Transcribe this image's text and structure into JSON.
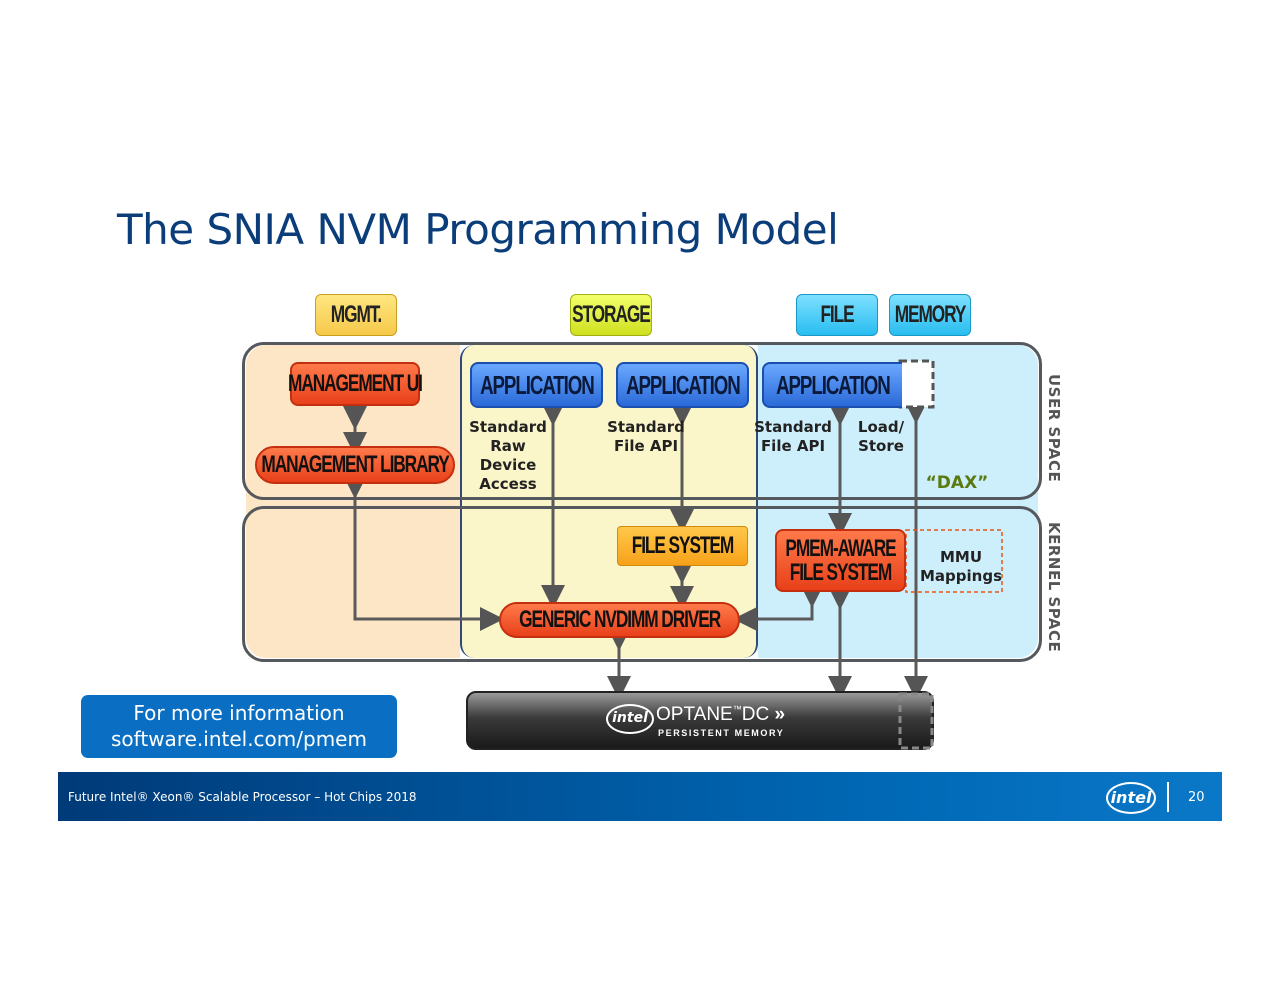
{
  "title": "The SNIA NVM Programming Model",
  "categories": {
    "mgmt": "MGMT.",
    "storage": "STORAGE",
    "file": "FILE",
    "memory": "MEMORY"
  },
  "boxes": {
    "management_ui": "MANAGEMENT UI",
    "management_library": "MANAGEMENT LIBRARY",
    "application_storage": "APPLICATION",
    "application_file": "APPLICATION",
    "application_memory": "APPLICATION",
    "file_system": "FILE SYSTEM",
    "pmem_aware_line1": "PMEM-AWARE",
    "pmem_aware_line2": "FILE SYSTEM",
    "nvdimm_driver": "GENERIC NVDIMM DRIVER"
  },
  "labels": {
    "raw_device_1": "Standard",
    "raw_device_2": "Raw Device",
    "raw_device_3": "Access",
    "file_api_1": "Standard",
    "file_api_2": "File API",
    "file_api2_1": "Standard",
    "file_api2_2": "File API",
    "load_store_1": "Load/",
    "load_store_2": "Store",
    "dax": "“DAX”",
    "mmu_1": "MMU",
    "mmu_2": "Mappings",
    "user_space": "USER SPACE",
    "kernel_space": "KERNEL SPACE"
  },
  "optane": {
    "brand": "intel",
    "product": "OPTANE",
    "tm": "™",
    "dc": "DC",
    "sub": "PERSISTENT MEMORY"
  },
  "info_box": {
    "line1": "For more information",
    "line2": "software.intel.com/pmem"
  },
  "footer": {
    "text": "Future Intel® Xeon® Scalable Processor – Hot Chips 2018",
    "logo": "intel",
    "page": "20"
  },
  "colors": {
    "title": "#0a3d7a",
    "footer": "#0068b5",
    "red": "#e8401a",
    "blue": "#2b6ad8",
    "orange": "#f7a21a",
    "dax": "#5a7a10"
  }
}
